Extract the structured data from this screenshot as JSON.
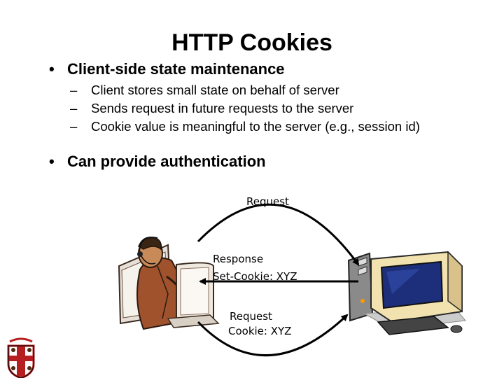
{
  "slide": {
    "title": "HTTP Cookies",
    "bullets": [
      {
        "text": "Client-side state maintenance",
        "sub": [
          "Client stores small state on behalf of server",
          "Sends request in future requests to the server",
          "Cookie value is meaningful to the server (e.g., session id)"
        ]
      },
      {
        "text": "Can provide authentication",
        "sub": []
      }
    ],
    "bullet_glyph": "•",
    "dash_glyph": "–"
  },
  "diagram": {
    "request1": "Request",
    "response": "Response",
    "set_cookie": "Set-Cookie: XYZ",
    "request2": "Request",
    "cookie": "Cookie: XYZ"
  },
  "icons": {
    "person": "person-at-computer-icon",
    "computer": "desktop-computer-icon",
    "logo": "university-shield-logo"
  }
}
